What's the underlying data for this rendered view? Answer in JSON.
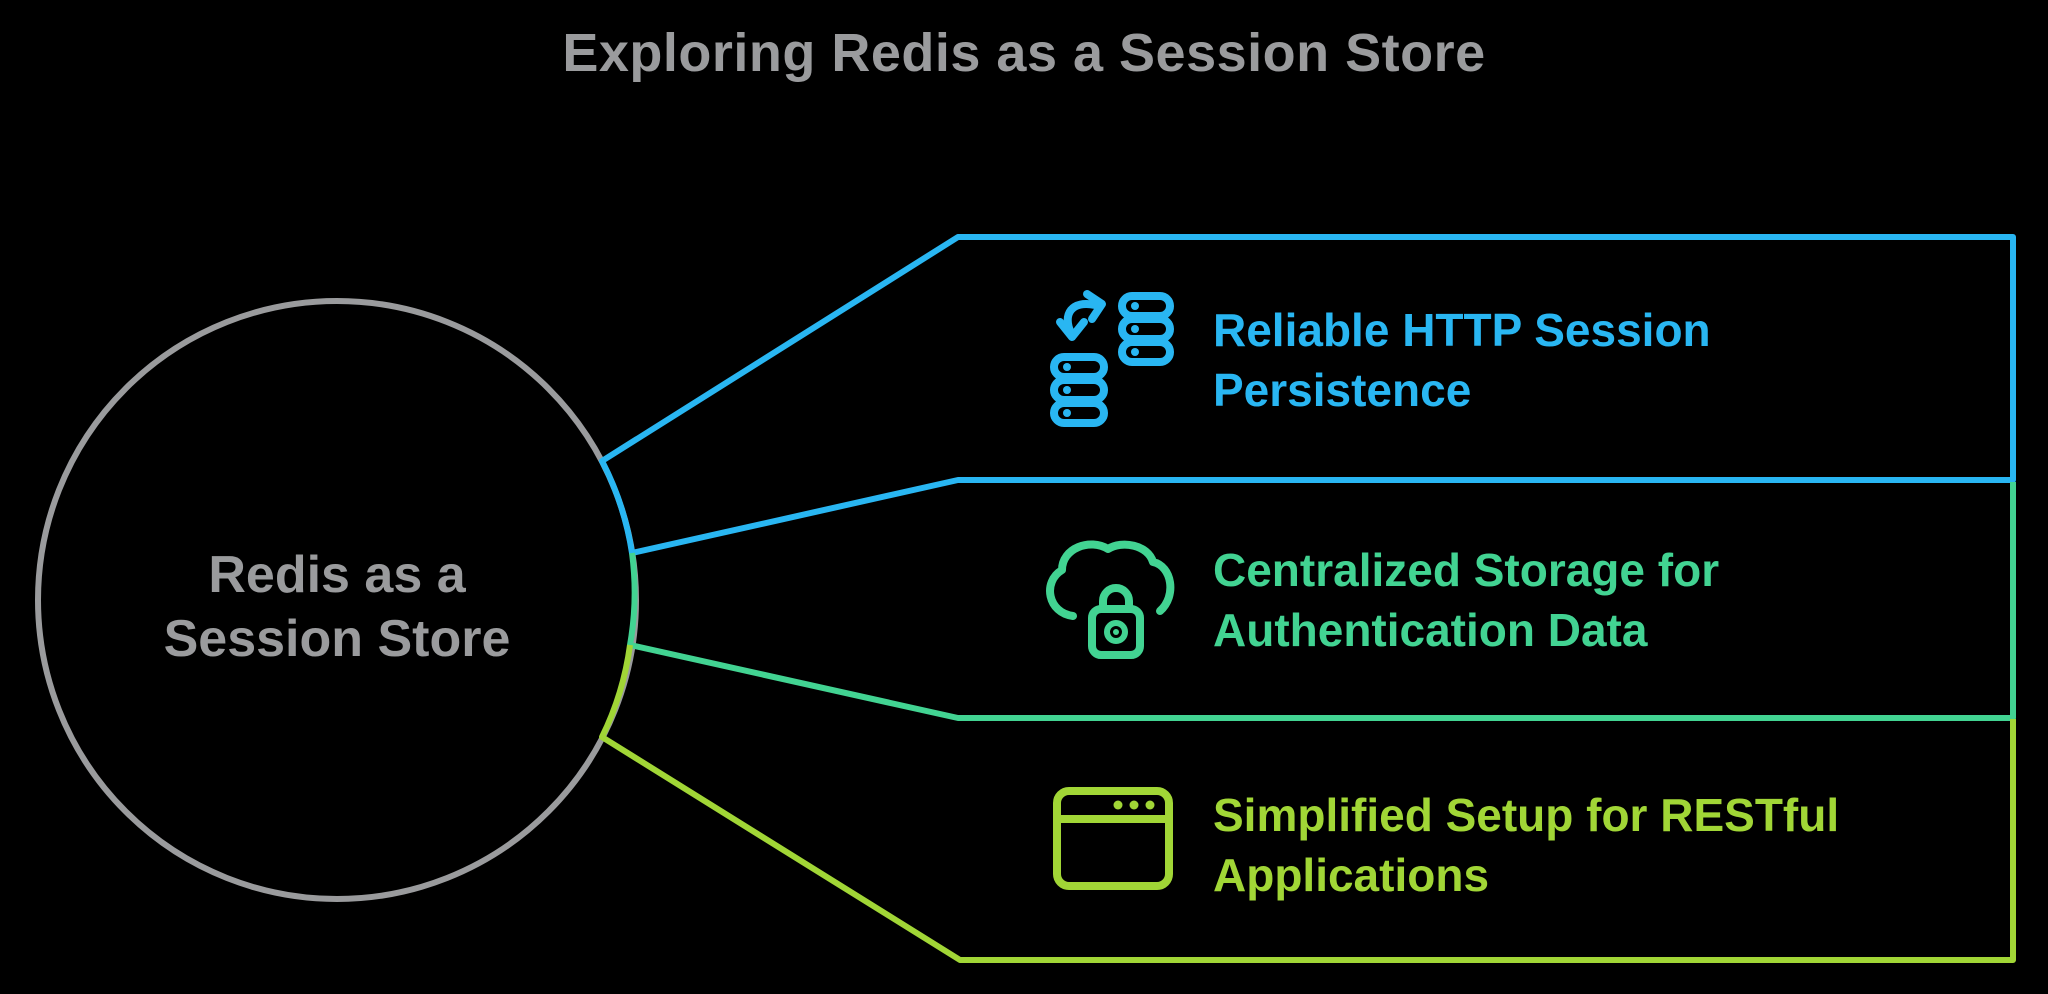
{
  "title": "Exploring Redis as a Session Store",
  "center_node": {
    "lines": [
      "Redis as a",
      "Session Store"
    ]
  },
  "branches": [
    {
      "lines": [
        "Reliable HTTP Session",
        "Persistence"
      ],
      "color": "#29b6f2",
      "icon": "sync-databases-icon"
    },
    {
      "lines": [
        "Centralized Storage for",
        "Authentication Data"
      ],
      "color": "#42d392",
      "icon": "cloud-lock-icon"
    },
    {
      "lines": [
        "Simplified Setup for RESTful",
        "Applications"
      ],
      "color": "#a1d636",
      "icon": "browser-window-icon"
    }
  ],
  "colors": {
    "gray": "#9a9b9d",
    "background": "#000000"
  }
}
